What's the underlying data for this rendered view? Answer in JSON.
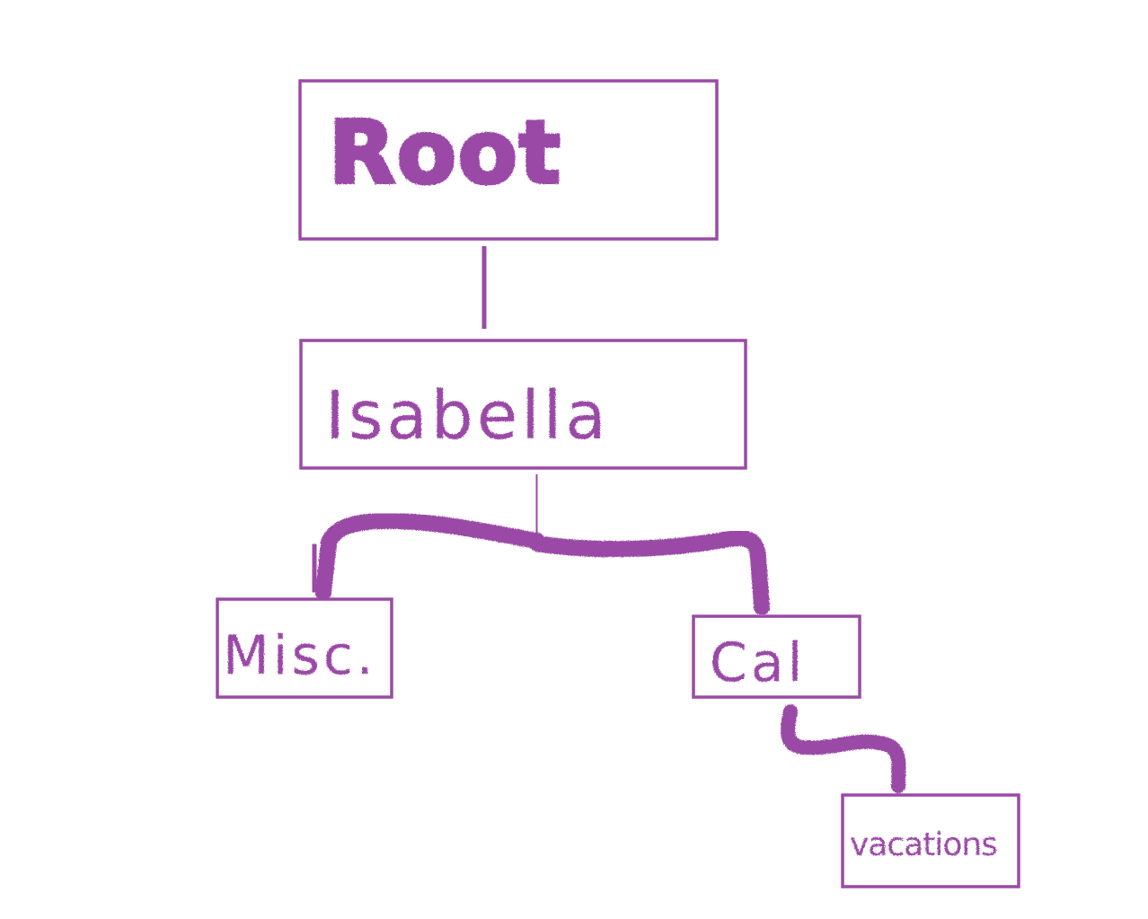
{
  "colors": {
    "ink": "#9a4aa6",
    "background": "#ffffff"
  },
  "tree": {
    "nodes": [
      {
        "id": "root",
        "label": "Root",
        "parent": null
      },
      {
        "id": "isabella",
        "label": "Isabella",
        "parent": "root"
      },
      {
        "id": "misc",
        "label": "Misc.",
        "parent": "isabella"
      },
      {
        "id": "cal",
        "label": "Cal",
        "parent": "isabella"
      },
      {
        "id": "vacations",
        "label": "vacations",
        "parent": "cal"
      }
    ]
  }
}
